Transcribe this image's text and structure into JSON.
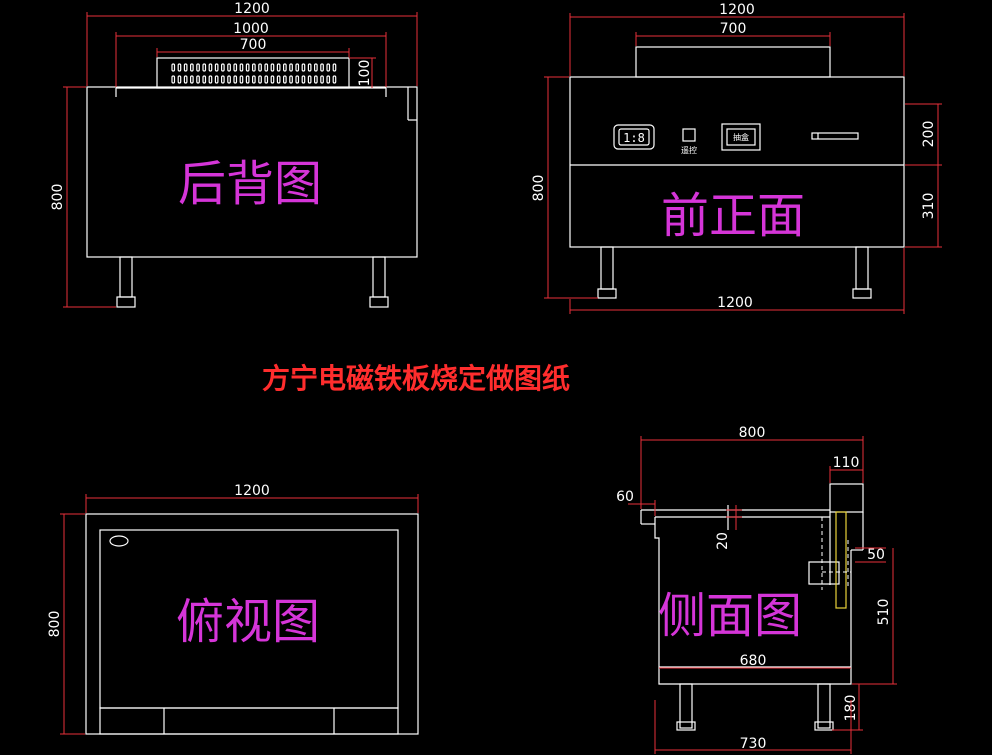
{
  "title": "方宁电磁铁板烧定做图纸",
  "colors": {
    "dimension": "#e8303a",
    "outline": "#ffffff",
    "view_label": "#d535d8",
    "title": "#ff2d2d",
    "accent": "#e8d23a"
  },
  "back_view": {
    "label": "后背图",
    "dims": {
      "width": "1200",
      "inner": "1000",
      "vent": "700",
      "vent_h": "100",
      "height": "800"
    }
  },
  "front_view": {
    "label": "前正面",
    "dims": {
      "width_top": "1200",
      "top": "700",
      "width_bottom": "1200",
      "height": "800",
      "panel": "200",
      "body": "310"
    },
    "controls": {
      "remote_label": "遥控",
      "drawer_label": "抽盒",
      "display": "1:8"
    }
  },
  "top_view": {
    "label": "俯视图",
    "dims": {
      "width": "1200",
      "depth": "800"
    }
  },
  "side_view": {
    "label": "侧面图",
    "dims": {
      "depth": "800",
      "box": "110",
      "overhang": "60",
      "thick": "20",
      "step": "50",
      "body": "510",
      "base": "680",
      "leg": "180",
      "bottom": "730"
    }
  }
}
